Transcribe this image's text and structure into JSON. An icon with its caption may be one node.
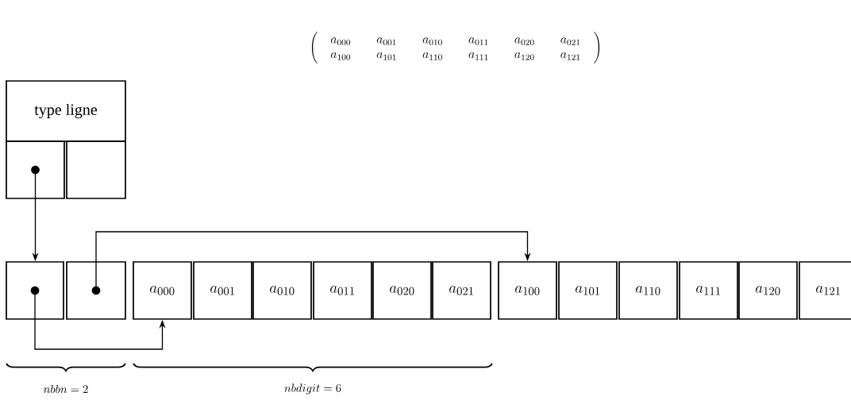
{
  "diagram": {
    "nodes": [
      {
        "text": [
          "type ligne"
        ]
      },
      {
        "text": [],
        "shape": "box"
      },
      {
        "text": [],
        "shape": "circle",
        "in": 1
      },
      {
        "text": [],
        "shape": "box"
      },
      {
        "text": [],
        "shape": "box"
      },
      {
        "text": [],
        "shape": "circle",
        "in": 4
      },
      {
        "text": [],
        "shape": "box"
      },
      {
        "text": [],
        "shape": "circle",
        "in": 6
      },
      {
        "text": [
          "a_{000}"
        ]
      },
      {
        "text": [
          "a_{001}"
        ]
      },
      {
        "text": [
          "a_{010}"
        ]
      },
      {
        "text": [
          "a_{011}"
        ]
      },
      {
        "text": [
          "a_{020}"
        ]
      },
      {
        "text": [
          "a_{021}"
        ]
      },
      {
        "text": [
          "a_{100}"
        ]
      },
      {
        "text": [
          "a_{101}"
        ]
      },
      {
        "text": [
          "a_{110}"
        ]
      },
      {
        "text": [
          "a_{111}"
        ]
      },
      {
        "text": [
          "a_{120}"
        ]
      },
      {
        "text": [
          "a_{121}"
        ]
      }
    ],
    "edges": [
      {
        "from": 2,
        "to": 4,
        "arrow": "to"
      },
      {
        "from": 5,
        "to": 8,
        "arrow": "to"
      },
      {
        "from": 7,
        "to": 14,
        "arrow": "to"
      }
    ],
    "labels": [
      "\\left(\\begin{array}{cccccc} a_{000} & a_{001} & a_{010} & a_{011} & a_{020} & a_{021} \\\\ a_{100} & a_{101} & a_{110} & a_{111} & a_{120} & a_{121} \\end{array}\\right)",
      "nbbn=2",
      "nbdigit=6"
    ]
  }
}
